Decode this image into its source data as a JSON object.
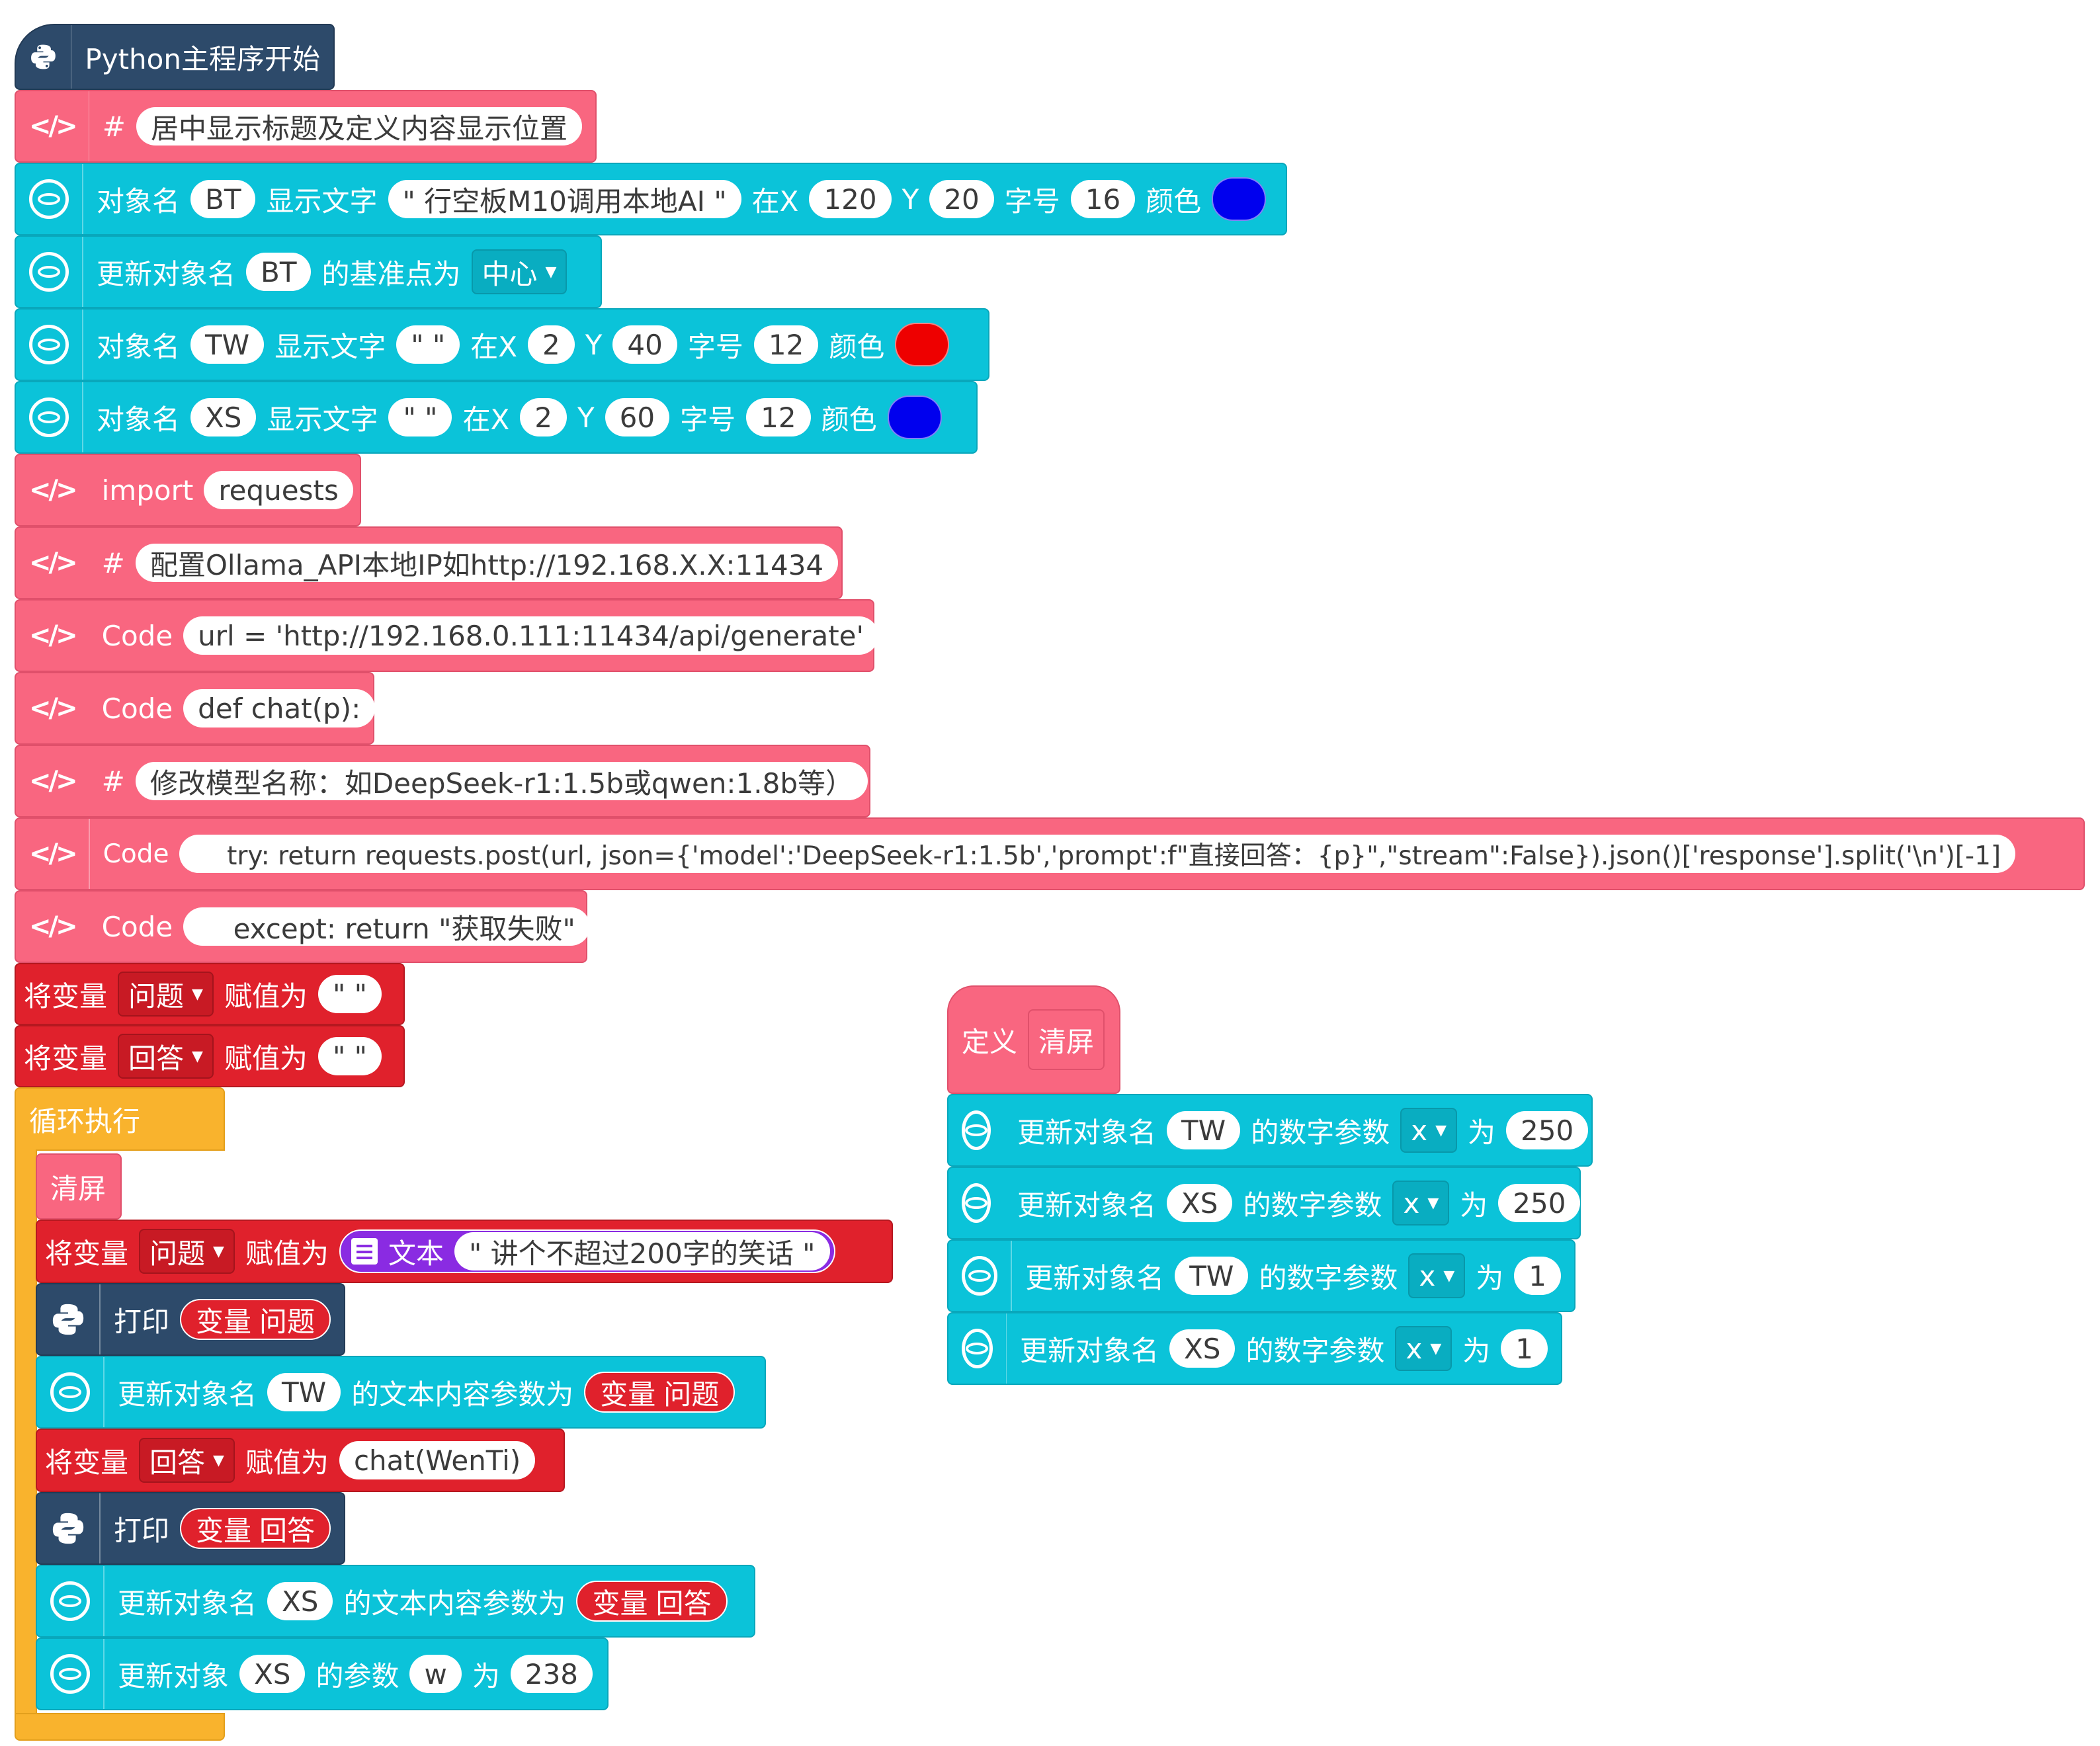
{
  "main": {
    "start_label": "Python主程序开始",
    "lines": [
      {
        "kw": "#",
        "text": "居中显示标题及定义内容显示位置"
      },
      {
        "obj": "对象名",
        "name": "BT",
        "show": "显示文字",
        "str": "\" 行空板M10调用本地AI \"",
        "x_label": "在X",
        "x": "120",
        "y_label": "Y",
        "y": "20",
        "size_label": "字号",
        "size": "16",
        "color_label": "颜色",
        "color": "#0000ee"
      },
      {
        "prefix": "更新对象名",
        "name": "BT",
        "mid": "的基准点为",
        "dd": "中心"
      },
      {
        "obj": "对象名",
        "name": "TW",
        "show": "显示文字",
        "str": "\"   \"",
        "x_label": "在X",
        "x": "2",
        "y_label": "Y",
        "y": "40",
        "size_label": "字号",
        "size": "12",
        "color_label": "颜色",
        "color": "#ee0000"
      },
      {
        "obj": "对象名",
        "name": "XS",
        "show": "显示文字",
        "str": "\"   \"",
        "x_label": "在X",
        "x": "2",
        "y_label": "Y",
        "y": "60",
        "size_label": "字号",
        "size": "12",
        "color_label": "颜色",
        "color": "#0000ee"
      },
      {
        "kw": "import",
        "text": "requests"
      },
      {
        "kw": "#",
        "text": "配置Ollama_API本地IP如http://192.168.X.X:11434"
      },
      {
        "kw": "Code",
        "text": "url = 'http://192.168.0.111:11434/api/generate'"
      },
      {
        "kw": "Code",
        "text": "def chat(p):"
      },
      {
        "kw": "#",
        "text": "修改模型名称：如DeepSeek-r1:1.5b或qwen:1.8b等）"
      },
      {
        "kw": "Code",
        "text": "    try: return requests.post(url, json={'model':'DeepSeek-r1:1.5b','prompt':f\"直接回答：{p}\",\"stream\":False}).json()['response'].split('\\n')[-1]"
      },
      {
        "kw": "Code",
        "text": "    except: return \"获取失败\""
      }
    ],
    "setvar1": {
      "label": "将变量",
      "var": "问题",
      "assign": "赋值为",
      "value": "\" \""
    },
    "setvar2": {
      "label": "将变量",
      "var": "回答",
      "assign": "赋值为",
      "value": "\" \""
    },
    "loop_label": "循环执行"
  },
  "loop": {
    "clear": "清屏",
    "set_q": {
      "label": "将变量",
      "var": "问题",
      "assign": "赋值为",
      "text_label": "文本",
      "text": "\" 讲个不超过200字的笑话 \""
    },
    "print_q": {
      "label": "打印",
      "var_label": "变量",
      "var": "问题"
    },
    "upd_tw": {
      "prefix": "更新对象名",
      "name": "TW",
      "mid": "的文本内容参数为",
      "var_label": "变量",
      "var": "问题"
    },
    "set_a": {
      "label": "将变量",
      "var": "回答",
      "assign": "赋值为",
      "value": "chat(WenTi)"
    },
    "print_a": {
      "label": "打印",
      "var_label": "变量",
      "var": "回答"
    },
    "upd_xs": {
      "prefix": "更新对象名",
      "name": "XS",
      "mid": "的文本内容参数为",
      "var_label": "变量",
      "var": "回答"
    },
    "upd_w": {
      "prefix": "更新对象",
      "name": "XS",
      "mid": "的参数",
      "param": "w",
      "to": "为",
      "value": "238"
    }
  },
  "define": {
    "label": "定义",
    "name": "清屏",
    "rows": [
      {
        "prefix": "更新对象名",
        "name": "TW",
        "mid": "的数字参数",
        "param": "x",
        "to": "为",
        "value": "250"
      },
      {
        "prefix": "更新对象名",
        "name": "XS",
        "mid": "的数字参数",
        "param": "x",
        "to": "为",
        "value": "250"
      },
      {
        "prefix": "更新对象名",
        "name": "TW",
        "mid": "的数字参数",
        "param": "x",
        "to": "为",
        "value": "1"
      },
      {
        "prefix": "更新对象名",
        "name": "XS",
        "mid": "的数字参数",
        "param": "x",
        "to": "为",
        "value": "1"
      }
    ]
  },
  "colors": {
    "cyan": "#0bc3d9",
    "pink": "#f96680",
    "red": "#e0212c",
    "navy": "#2d4a6a",
    "orange": "#f9b32d",
    "purple": "#8a2be2"
  }
}
